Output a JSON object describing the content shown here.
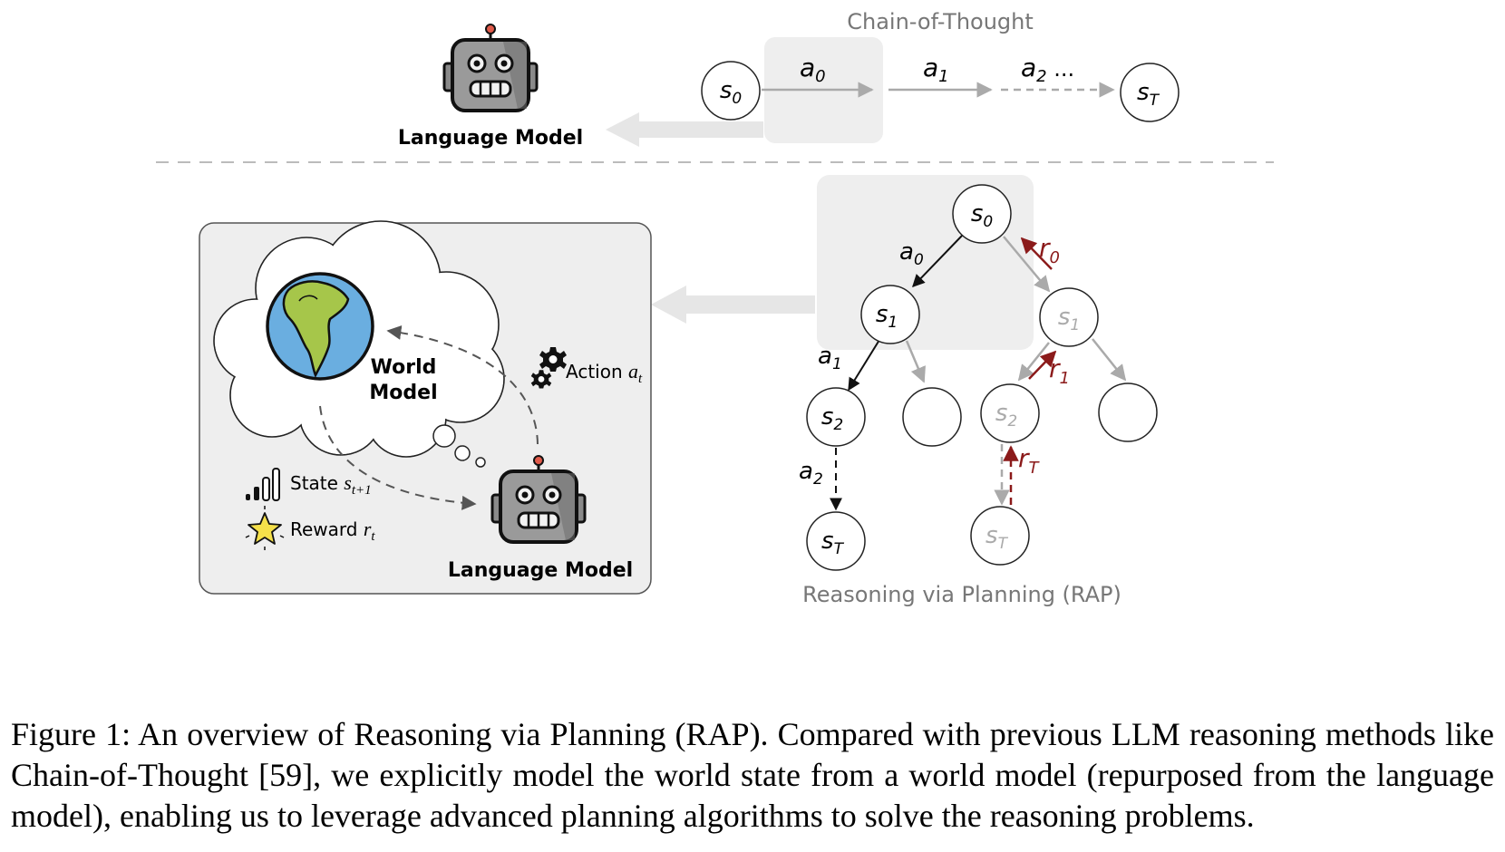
{
  "cot": {
    "title": "Chain-of-Thought",
    "model_label": "Language Model",
    "s_start": {
      "base": "s",
      "sub": "0"
    },
    "s_end": {
      "base": "s",
      "sub": "T"
    },
    "a0": {
      "base": "a",
      "sub": "0"
    },
    "a1": {
      "base": "a",
      "sub": "1"
    },
    "a2": {
      "base": "a",
      "sub": "2",
      "trail": " ..."
    }
  },
  "rap": {
    "title": "Reasoning via Planning (RAP)",
    "world_model_line1": "World",
    "world_model_line2": "Model",
    "action": {
      "text": "Action ",
      "base": "a",
      "sub": "t"
    },
    "state": {
      "text": "State ",
      "base": "s",
      "sub": "t+1"
    },
    "reward": {
      "text": "Reward ",
      "base": "r",
      "sub": "t"
    },
    "model_label": "Language Model",
    "nodes": {
      "root": {
        "base": "s",
        "sub": "0"
      },
      "s1_left": {
        "base": "s",
        "sub": "1"
      },
      "s1_right": {
        "base": "s",
        "sub": "1"
      },
      "s2_left": {
        "base": "s",
        "sub": "2"
      },
      "s2_right": {
        "base": "s",
        "sub": "2"
      },
      "sT_left": {
        "base": "s",
        "sub": "T"
      },
      "sT_right": {
        "base": "s",
        "sub": "T"
      }
    },
    "actions": {
      "a0": {
        "base": "a",
        "sub": "0"
      },
      "a1": {
        "base": "a",
        "sub": "1"
      },
      "a2": {
        "base": "a",
        "sub": "2"
      }
    },
    "rewards": {
      "r0": {
        "base": "r",
        "sub": "0"
      },
      "r1": {
        "base": "r",
        "sub": "1"
      },
      "rT": {
        "base": "r",
        "sub": "T"
      }
    }
  },
  "caption": "Figure 1: An overview of Reasoning via Planning (RAP). Compared with previous LLM reasoning methods like Chain-of-Thought [59], we explicitly model the world state from a world model (repurposed from the language model), enabling us to leverage advanced planning algorithms to solve the reasoning problems.",
  "colors": {
    "reward_arrow": "#8b1a1a",
    "highlight_box": "#eeeeee",
    "panel_bg": "#eeeeee",
    "inactive": "#aaaaaa",
    "globe_ocean": "#6aaee0",
    "globe_land": "#a6c64a",
    "star": "#f5e04a"
  }
}
